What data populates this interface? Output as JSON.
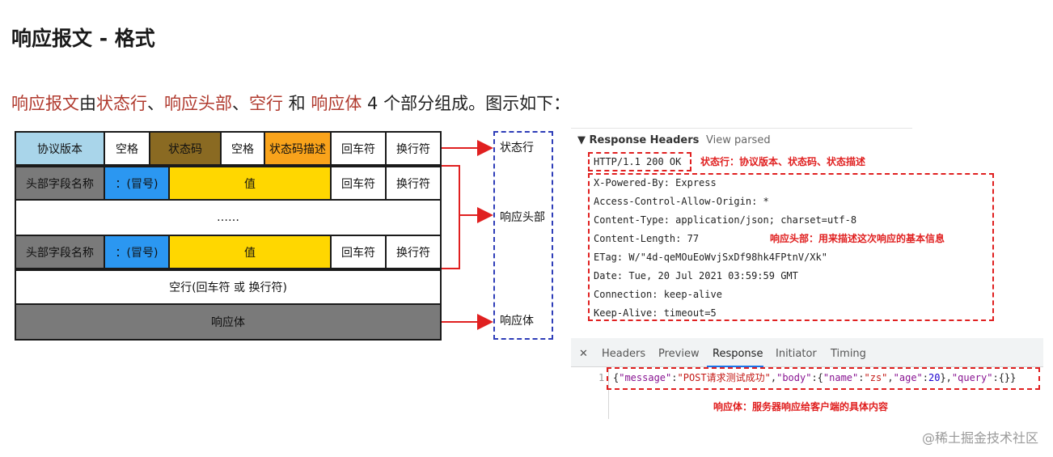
{
  "title": "响应报文 - 格式",
  "intro": {
    "p1": "响应报文",
    "p2": "由",
    "p3": "状态行",
    "p4": "、",
    "p5": "响应头部",
    "p6": "、",
    "p7": "空行",
    "p8": " 和 ",
    "p9": "响应体",
    "p10": " 4 个部分组成。图示如下："
  },
  "diagram": {
    "row1": [
      "协议版本",
      "空格",
      "状态码",
      "空格",
      "状态码描述",
      "回车符",
      "换行符"
    ],
    "row2": [
      "头部字段名称",
      "：(冒号)",
      "值",
      "回车符",
      "换行符"
    ],
    "ellipsis": "……",
    "row4": [
      "头部字段名称",
      "：(冒号)",
      "值",
      "回车符",
      "换行符"
    ],
    "blank_line": "空行(回车符 或 换行符)",
    "body": "响应体",
    "labels": {
      "status_line": "状态行",
      "headers": "响应头部",
      "body": "响应体"
    }
  },
  "response_headers": {
    "title": "▼ Response Headers",
    "view_parsed": "View parsed",
    "status_line": "HTTP/1.1 200 OK",
    "status_anno": "状态行：协议版本、状态码、状态描述",
    "headers": [
      "X-Powered-By: Express",
      "Access-Control-Allow-Origin: *",
      "Content-Type: application/json; charset=utf-8",
      "Content-Length: 77",
      "ETag: W/\"4d-qeMOuEoWvjSxDf98hk4FPtnV/Xk\"",
      "Date: Tue, 20 Jul 2021 03:59:59 GMT",
      "Connection: keep-alive",
      "Keep-Alive: timeout=5"
    ],
    "headers_anno": "响应头部：用来描述这次响应的基本信息"
  },
  "devtools": {
    "close": "✕",
    "tabs": [
      "Headers",
      "Preview",
      "Response",
      "Initiator",
      "Timing"
    ],
    "active_tab": "Response",
    "line_number": "1",
    "json": {
      "t1": "{",
      "k1": "\"message\"",
      "c1": ":",
      "v1": "\"POST请求测试成功\"",
      "t2": ",",
      "k2": "\"body\"",
      "c2": ":{",
      "k3": "\"name\"",
      "c3": ":",
      "v3": "\"zs\"",
      "t3": ",",
      "k4": "\"age\"",
      "c4": ":",
      "v4": "20",
      "t4": "},",
      "k5": "\"query\"",
      "c5": ":{}}"
    },
    "body_anno": "响应体：服务器响应给客户端的具体内容"
  },
  "watermark": "@稀土掘金技术社区",
  "colors": {
    "red_text": "#b03a2e",
    "annotation_red": "#e02020",
    "protocol_cell": "#a9d5ea",
    "status_code_cell": "#8a6a22",
    "status_desc_cell": "#f9a31b",
    "header_name_cell": "#7a7a7a",
    "colon_cell": "#2b97f1",
    "value_cell": "#ffd700",
    "bracket_blue": "#2e3db8"
  }
}
